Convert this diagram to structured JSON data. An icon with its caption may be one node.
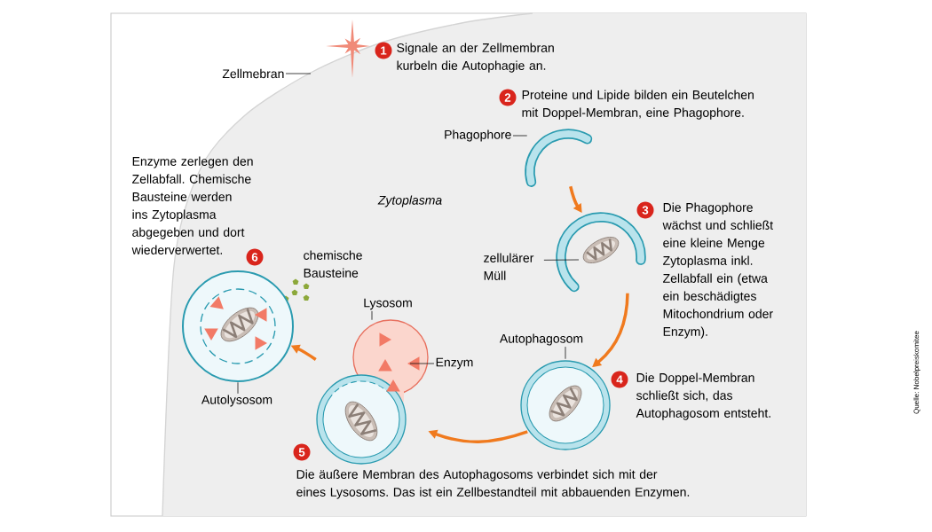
{
  "diagram": {
    "nodes": [
      {
        "text": [],
        "shape": "arc"
      },
      {
        "text": [],
        "shape": "arc"
      },
      {
        "text": [],
        "shape": "circle"
      },
      {
        "text": [],
        "shape": "picture"
      },
      {
        "text": [],
        "shape": "circle"
      },
      {
        "text": [
          "Zellmebran"
        ]
      },
      {
        "text": [
          "Phagophore"
        ]
      },
      {
        "text": [
          "zellulärer Müll"
        ]
      },
      {
        "text": [
          "Lysosom"
        ]
      },
      {
        "text": [
          "Enzym"
        ]
      },
      {
        "text": [
          "Autophagosom"
        ]
      },
      {
        "text": [
          "Autolysosom"
        ]
      }
    ],
    "edges": [
      {
        "from": 0,
        "to": 1,
        "arrow": "to",
        "style": "thick",
        "color": "#f07a1e"
      },
      {
        "from": 1,
        "to": 2,
        "arrow": "to",
        "style": "thick",
        "color": "#f07a1e"
      },
      {
        "from": 2,
        "to": 3,
        "arrow": "to",
        "style": "thick",
        "color": "#f07a1e"
      },
      {
        "from": 3,
        "to": 4,
        "arrow": "to",
        "style": "thick",
        "color": "#f07a1e"
      },
      {
        "from": 5,
        "to": null,
        "arrow": "none"
      },
      {
        "from": 6,
        "to": 0,
        "arrow": "none"
      },
      {
        "from": 7,
        "to": 1,
        "arrow": "none"
      },
      {
        "from": 8,
        "to": 3,
        "arrow": "none"
      },
      {
        "from": 9,
        "to": 3,
        "arrow": "none"
      },
      {
        "from": 10,
        "to": 2,
        "arrow": "none"
      },
      {
        "from": 11,
        "to": 4,
        "arrow": "none"
      }
    ],
    "labels": [
      "1",
      "Signale an der Zellmembran kurbeln die Autophagie an.",
      "2",
      "Proteine und Lipide bilden ein Beutelchen mit Doppel-Membran, eine Phagophore.",
      "Enzyme zerlegen den Zellabfall. Chemische Bausteine werden ins Zytoplasma abgegeben und dort wiederverwertet.",
      "Zytoplasma",
      "3",
      "Die Phagophore wächst und schließt eine kleine Menge Zytoplasma inkl. Zellabfall ein (etwa ein beschädigtes Mitochondrium oder Enzym).",
      "6",
      "chemische Bausteine",
      "4",
      "Die Doppel-Membran schließt sich, das Autophagosom entsteht.",
      "5",
      "Die äußere Membran des Autophagosoms verbindet sich mit der eines Lysosoms. Das ist ein Zellbestandteil mit abbauenden Enzymen.",
      "Quelle: Nobelpreiskomitee"
    ]
  }
}
